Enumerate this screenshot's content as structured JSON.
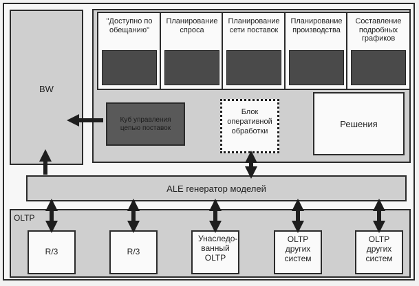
{
  "bw": {
    "label": "BW"
  },
  "modules": [
    {
      "title": "\"Доступно по обещанию\""
    },
    {
      "title": "Планирование спроса"
    },
    {
      "title": "Планирование сети поставок"
    },
    {
      "title": "Планирование производства"
    },
    {
      "title": "Составление подробных графиков"
    }
  ],
  "blurred_box": {
    "label": "Куб управления цепью поставок"
  },
  "processing_block": {
    "label": "Блок оперативной обработки"
  },
  "decisions": {
    "label": "Решения"
  },
  "ale": {
    "label": "ALE генератор моделей"
  },
  "oltp": {
    "label": "OLTP",
    "systems": [
      {
        "label": "R/3"
      },
      {
        "label": "R/3"
      },
      {
        "label": "Унаследо- ванный OLTP"
      },
      {
        "label": "OLTP других систем"
      },
      {
        "label": "OLTP других систем"
      }
    ]
  },
  "colors": {
    "box_fill": "#cfcfcf",
    "module_shade": "#4a4a4a",
    "blurred_fill": "#595959",
    "border": "#2b2b2b"
  }
}
